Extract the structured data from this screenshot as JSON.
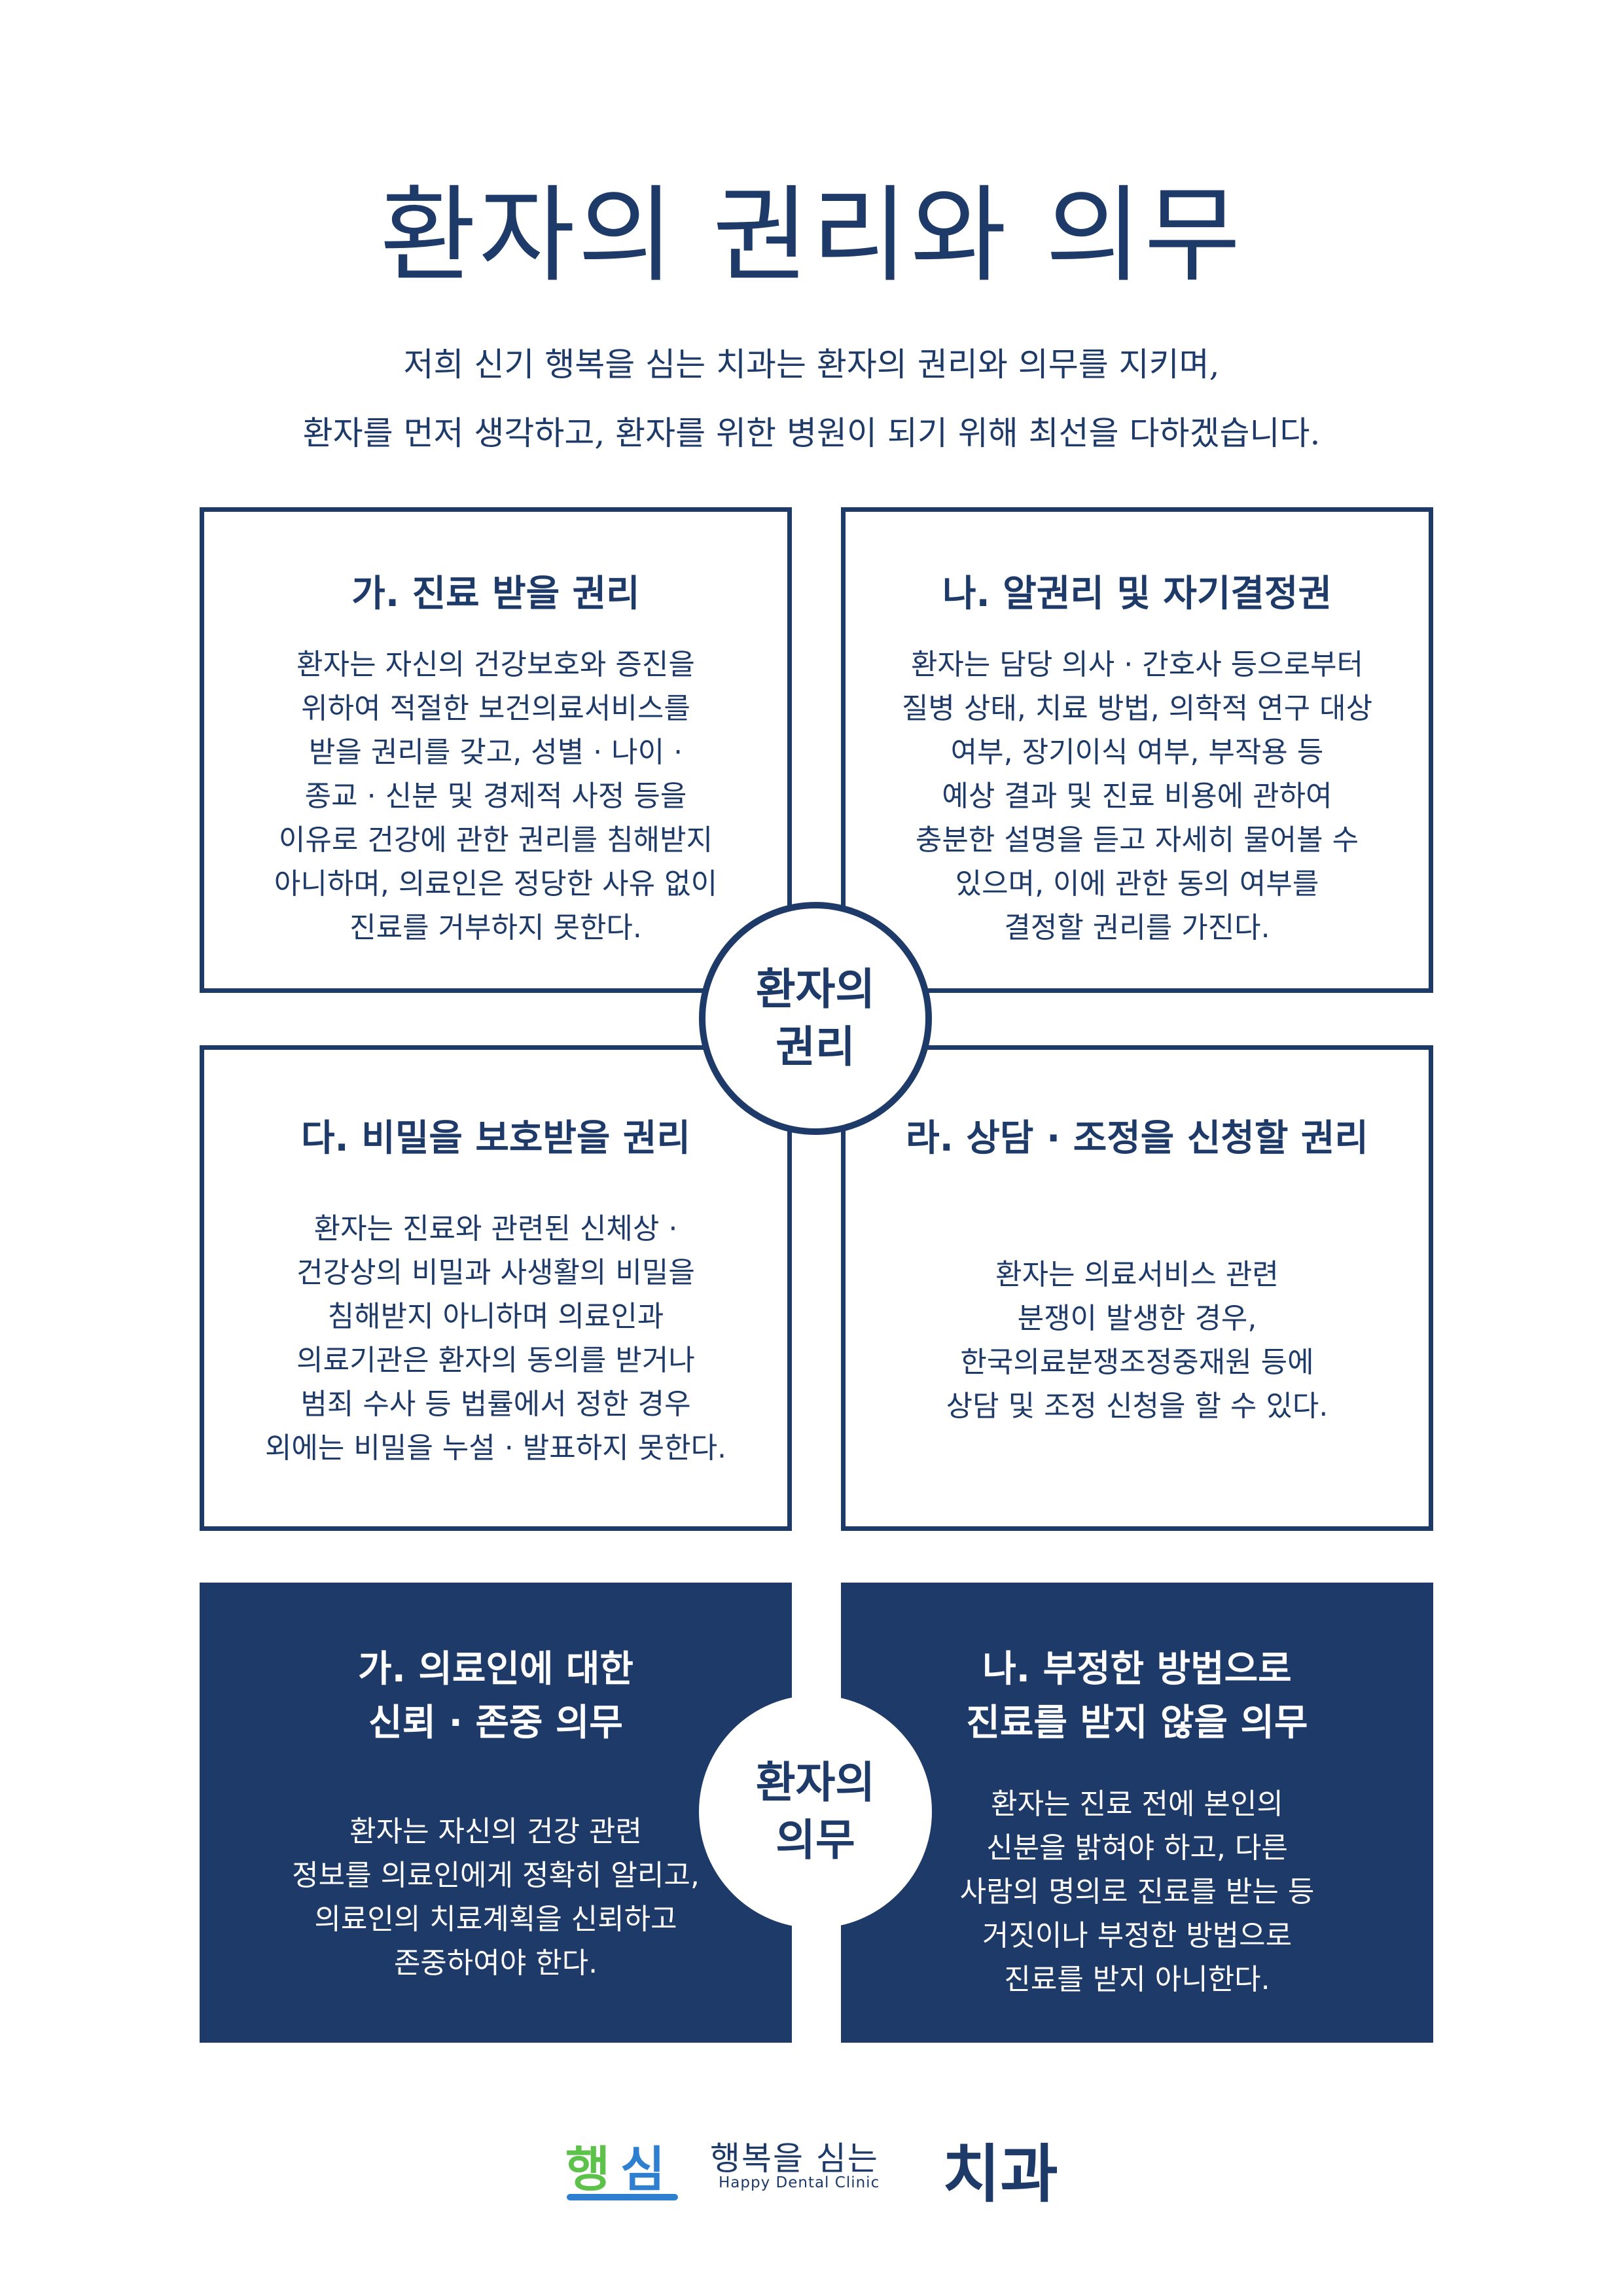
{
  "title": "환자의 권리와 의무",
  "intro": [
    "저희 신기 행복을 심는 치과는 환자의 권리와 의무를 지키며,",
    "환자를 먼저 생각하고, 환자를 위한 병원이 되기 위해 최선을 다하겠습니다."
  ],
  "colors": {
    "navy": "#1e3a68",
    "white": "#ffffff",
    "logo_green": "#5cc24a",
    "logo_blue": "#2f7fd1"
  },
  "rights": {
    "center_label": [
      "환자의",
      "권리"
    ],
    "items": [
      {
        "title": [
          "가. 진료 받을 권리"
        ],
        "text": [
          "환자는 자신의 건강보호와 증진을",
          "위하여 적절한 보건의료서비스를",
          "받을 권리를 갖고, 성별 · 나이 ·",
          "종교 · 신분 및 경제적 사정 등을",
          "이유로 건강에 관한 권리를 침해받지",
          "아니하며, 의료인은 정당한 사유 없이",
          "진료를 거부하지 못한다."
        ]
      },
      {
        "title": [
          "나. 알권리 및 자기결정권"
        ],
        "text": [
          "환자는 담당 의사 · 간호사 등으로부터",
          "질병 상태, 치료 방법, 의학적 연구 대상",
          "여부, 장기이식 여부, 부작용 등",
          "예상 결과 및 진료 비용에 관하여",
          "충분한 설명을 듣고 자세히 물어볼 수",
          "있으며, 이에 관한 동의 여부를",
          "결정할 권리를 가진다."
        ]
      },
      {
        "title": [
          "다. 비밀을 보호받을 권리"
        ],
        "text": [
          "환자는 진료와 관련된 신체상 ·",
          "건강상의 비밀과 사생활의 비밀을",
          "침해받지 아니하며 의료인과",
          "의료기관은 환자의 동의를 받거나",
          "범죄 수사 등 법률에서 정한 경우",
          "외에는 비밀을 누설 · 발표하지 못한다."
        ]
      },
      {
        "title": [
          "라. 상담 · 조정을 신청할 권리"
        ],
        "text": [
          "환자는 의료서비스 관련",
          "분쟁이 발생한 경우,",
          "한국의료분쟁조정중재원 등에",
          "상담 및 조정 신청을 할 수 있다."
        ]
      }
    ]
  },
  "duties": {
    "center_label": [
      "환자의",
      "의무"
    ],
    "items": [
      {
        "title": [
          "가. 의료인에 대한",
          "신뢰 · 존중 의무"
        ],
        "text": [
          "환자는 자신의 건강 관련",
          "정보를 의료인에게 정확히 알리고,",
          "의료인의 치료계획을 신뢰하고",
          "존중하여야 한다."
        ]
      },
      {
        "title": [
          "나. 부정한 방법으로",
          "진료를 받지 않을 의무"
        ],
        "text": [
          "환자는 진료 전에 본인의",
          "신분을 밝혀야 하고, 다른",
          "사람의 명의로 진료를 받는 등",
          "거짓이나 부정한 방법으로",
          "진료를 받지 아니한다."
        ]
      }
    ]
  },
  "footer": {
    "logo_mark": "행심",
    "logo_sub": "행복을 심는",
    "logo_en": "Happy Dental Clinic",
    "logo_main": "치과"
  }
}
